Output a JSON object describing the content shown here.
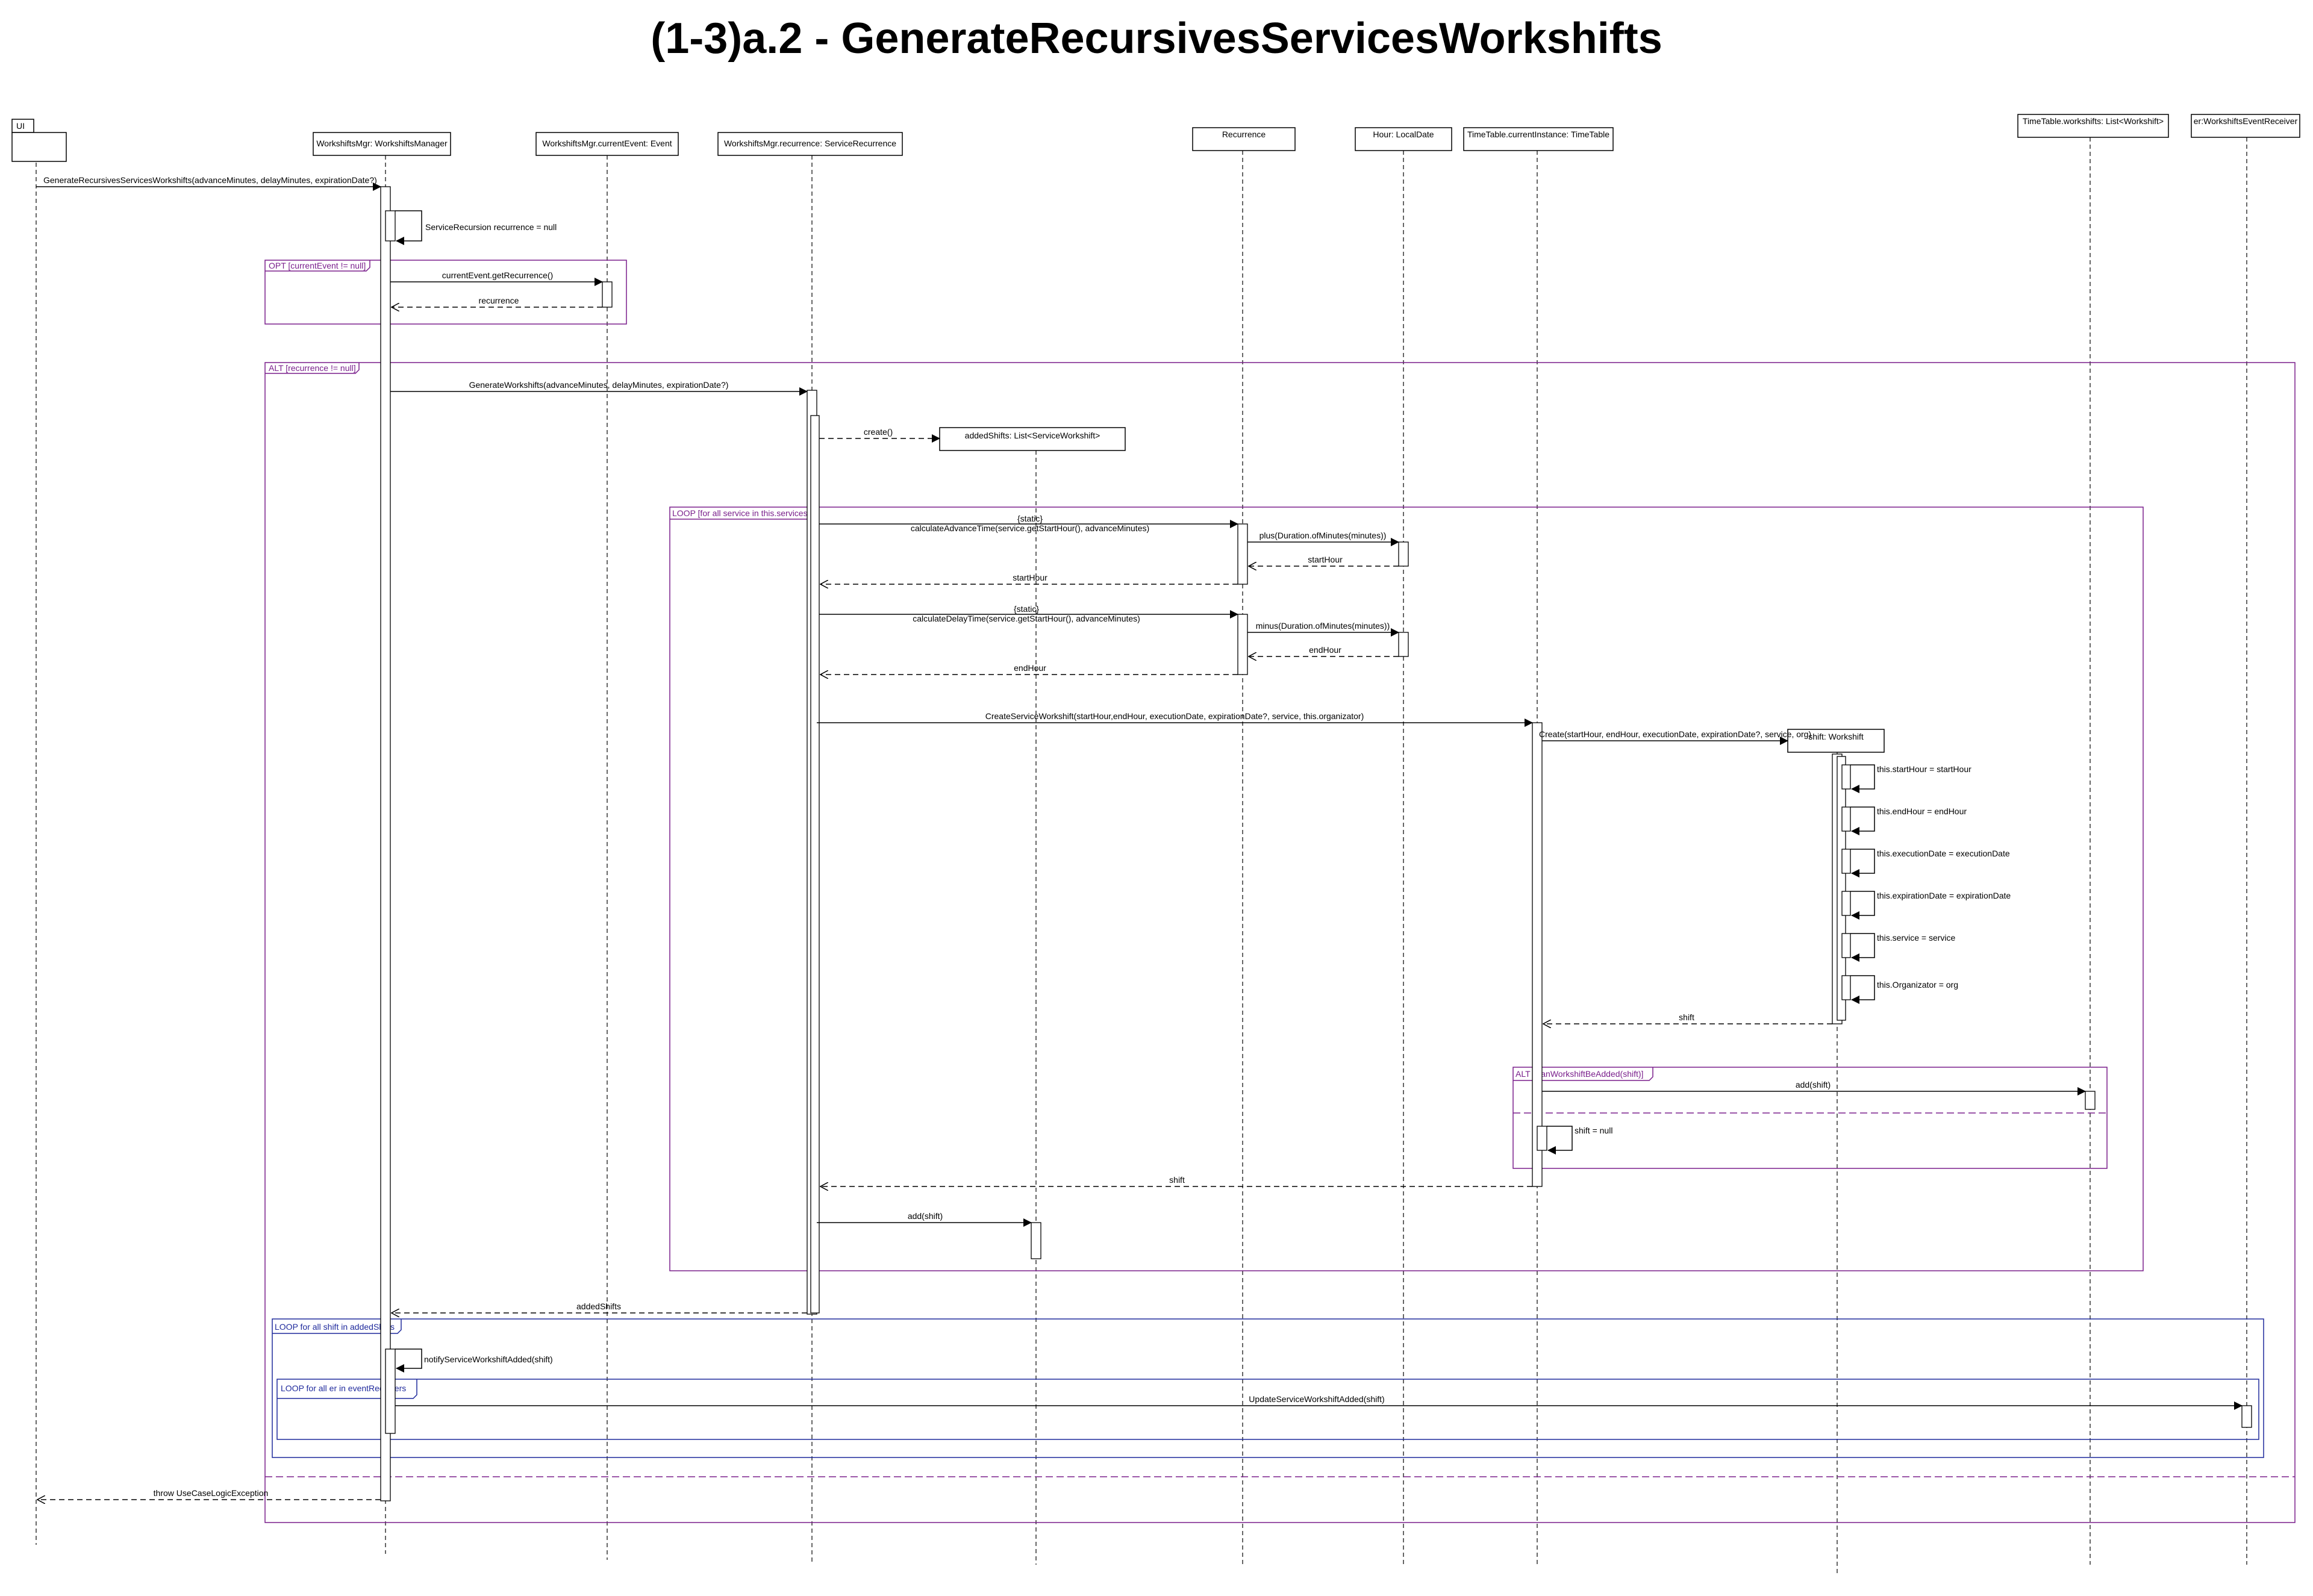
{
  "title": "(1-3)a.2 - GenerateRecursivesServicesWorkshifts",
  "participants": {
    "ui": "UI",
    "mgr": "WorkshiftsMgr: WorkshiftsManager",
    "event": "WorkshiftsMgr.currentEvent: Event",
    "recurrence": "WorkshiftsMgr.recurrence: ServiceRecurrence",
    "rec_static": "Recurrence",
    "hour": "Hour: LocalDate",
    "timetable": "TimeTable.currentInstance: TimeTable",
    "ttlist": "TimeTable.workshifts: List<Workshift>",
    "receiver": "er:WorkshiftsEventReceiver",
    "added_shifts": "addedShifts: List<ServiceWorkshift>",
    "shift": "shift: Workshift"
  },
  "fragments": {
    "opt": "OPT [currentEvent != null]",
    "alt": "ALT [recurrence != null]",
    "loop_services": "LOOP [for all service in this.services]",
    "alt_can_add": "ALT [CanWorkshiftBeAdded(shift)]",
    "loop_shifts": "LOOP for all shift in addedShifts",
    "loop_receivers": "LOOP for all er in eventReceivers"
  },
  "messages": {
    "m1": "GenerateRecursivesServicesWorkshifts(advanceMinutes, delayMinutes, expirationDate?)",
    "m2": "ServiceRecursion recurrence = null",
    "m3": "currentEvent.getRecurrence()",
    "m4": "recurrence",
    "m5": "GenerateWorkshifts(advanceMinutes, delayMinutes, expirationDate?)",
    "m6": "create()",
    "m7a": "{static}",
    "m7b": "calculateAdvanceTime(service.getStartHour(), advanceMinutes)",
    "m8": "plus(Duration.ofMinutes(minutes))",
    "m9": "startHour",
    "m10": "startHour",
    "m11a": "{static}",
    "m11b": "calculateDelayTime(service.getStartHour(), advanceMinutes)",
    "m12": "minus(Duration.ofMinutes(minutes))",
    "m13": "endHour",
    "m14": "endHour",
    "m15": "CreateServiceWorkshift(startHour,endHour, executionDate, expirationDate?, service, this.organizator)",
    "m16": "Create(startHour, endHour, executionDate, expirationDate?, service, org)",
    "m17": "this.startHour = startHour",
    "m18": "this.endHour = endHour",
    "m19": "this.executionDate = executionDate",
    "m20": "this.expirationDate = expirationDate",
    "m21": "this.service = service",
    "m22": "this.Organizator = org",
    "m23": "shift",
    "m24": "add(shift)",
    "m25": "shift = null",
    "m26": "shift",
    "m27": "add(shift)",
    "m28": "addedShifts",
    "m29": "notifyServiceWorkshiftAdded(shift)",
    "m30": "UpdateServiceWorkshiftAdded(shift)",
    "m31": "throw UseCaseLogicException"
  },
  "colors": {
    "line": "#000000",
    "fragment_purple": "#7a1f8c",
    "fragment_blue": "#1f2a9c",
    "background": "#ffffff"
  }
}
